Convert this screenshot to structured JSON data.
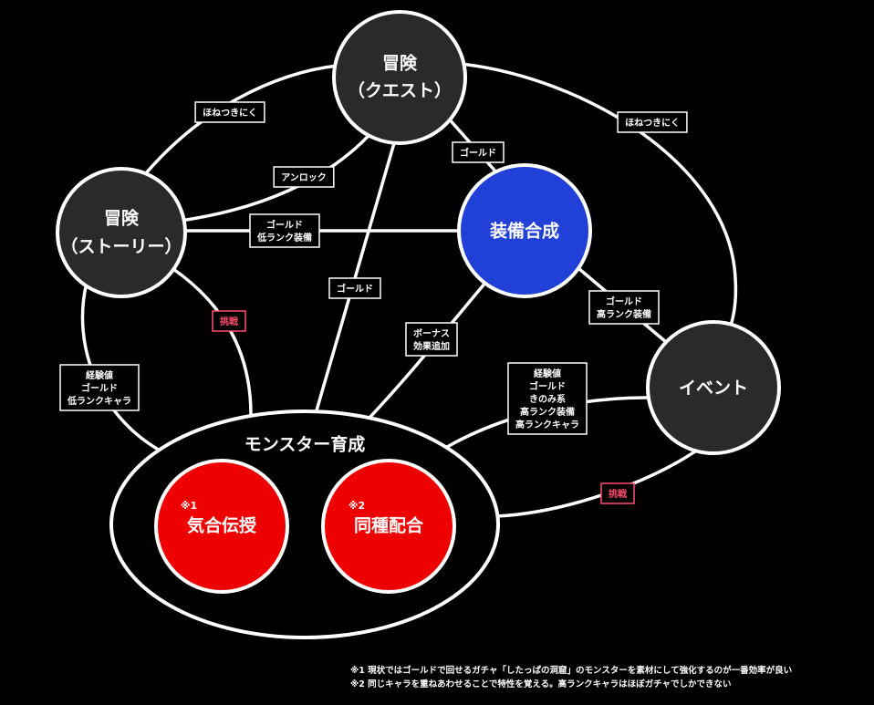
{
  "colors": {
    "background": "#000000",
    "node_dark": "#2a2a2a",
    "node_blue": "#2040d8",
    "node_red": "#ef0000",
    "stroke": "#ffffff",
    "warn_label": "#ff4d6d"
  },
  "nodes": {
    "quest": {
      "line1": "冒険",
      "line2": "（クエスト）"
    },
    "story": {
      "line1": "冒険",
      "line2": "（ストーリー）"
    },
    "equip": {
      "line1": "装備合成"
    },
    "event": {
      "line1": "イベント"
    },
    "monster": {
      "title": "モンスター育成"
    },
    "kiai": {
      "note": "※1",
      "label": "気合伝授"
    },
    "doushu": {
      "note": "※2",
      "label": "同種配合"
    }
  },
  "edge_labels": {
    "hone_left": [
      "ほねつきにく"
    ],
    "hone_right": [
      "ほねつきにく"
    ],
    "unlock": [
      "アンロック"
    ],
    "gold_quest_equip": [
      "ゴールド"
    ],
    "gold_story_equip": [
      "ゴールド",
      "低ランク装備"
    ],
    "gold_quest_monster": [
      "ゴールド"
    ],
    "challenge_story": [
      "挑戦"
    ],
    "bonus": [
      "ボーナス",
      "効果追加"
    ],
    "gold_equip_event": [
      "ゴールド",
      "高ランク装備"
    ],
    "story_rewards": [
      "経験値",
      "ゴールド",
      "低ランクキャラ"
    ],
    "event_rewards": [
      "経験値",
      "ゴールド",
      "きのみ系",
      "高ランク装備",
      "高ランクキャラ"
    ],
    "challenge_event": [
      "挑戦"
    ]
  },
  "footnotes": {
    "note1": "※1 現状ではゴールドで回せるガチャ「したっぱの洞窟」のモンスターを素材にして強化するのが一番効率が良い",
    "note2": "※2 同じキャラを重ねあわせることで特性を覚える。高ランクキャラはほぼガチャでしかできない"
  }
}
